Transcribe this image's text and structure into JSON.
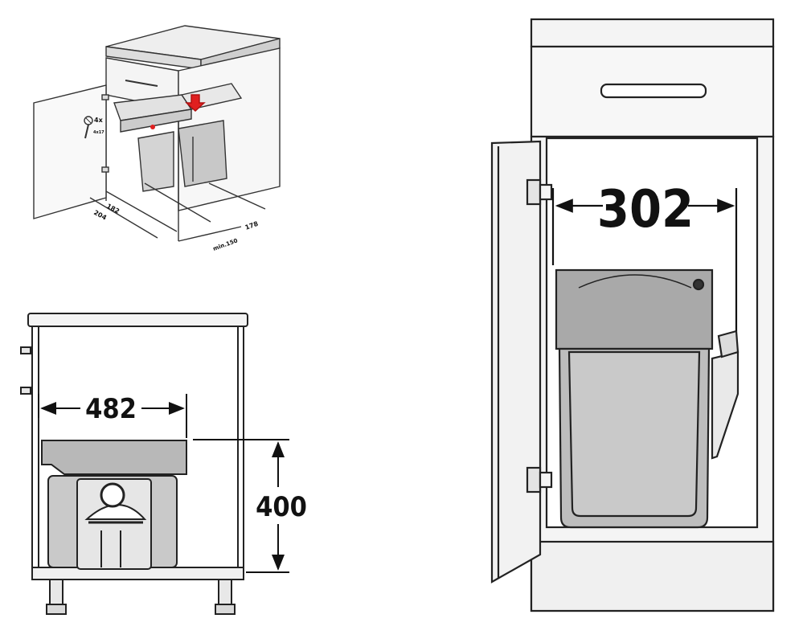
{
  "iso_view": {
    "dim_depth_a": "204",
    "dim_depth_b": "182",
    "dim_min_width": "min.150",
    "dim_width": "178",
    "screw_qty": "4x",
    "screw_spec": "4x17"
  },
  "side_view": {
    "dim_depth": "482",
    "dim_height": "400"
  },
  "front_view": {
    "dim_width": "302"
  },
  "colors": {
    "line": "#222222",
    "cabinet_fill": "#f2f2f2",
    "lid_grey": "#a9a9a9",
    "bin_grey": "#bdbdbd",
    "accent_red": "#e02020"
  }
}
